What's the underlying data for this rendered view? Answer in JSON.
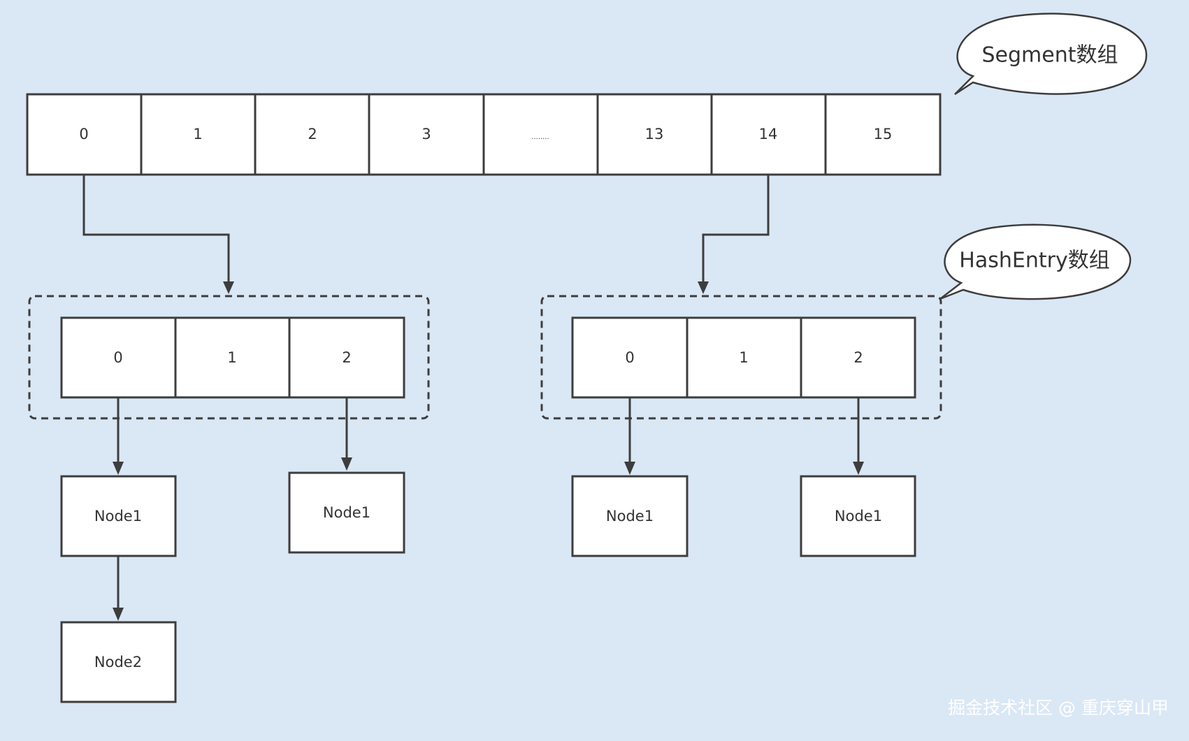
{
  "diagram": {
    "segment_array": {
      "label": "Segment数组",
      "cells": [
        "0",
        "1",
        "2",
        "3",
        "........",
        "13",
        "14",
        "15"
      ]
    },
    "hashentry_label": "HashEntry数组",
    "hashentry_left": {
      "cells": [
        "0",
        "1",
        "2"
      ],
      "chain_cell_0": [
        "Node1",
        "Node2"
      ],
      "chain_cell_2": [
        "Node1"
      ]
    },
    "hashentry_right": {
      "cells": [
        "0",
        "1",
        "2"
      ],
      "chain_cell_0": [
        "Node1"
      ],
      "chain_cell_2": [
        "Node1"
      ]
    },
    "watermark": "掘金技术社区 @ 重庆穿山甲"
  }
}
